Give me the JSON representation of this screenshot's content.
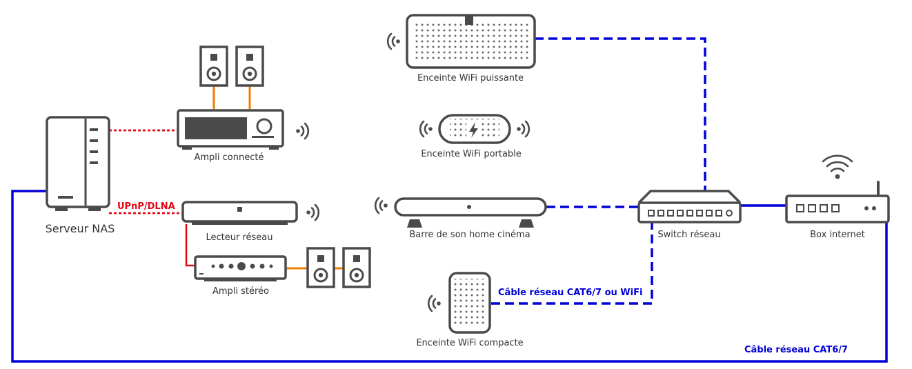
{
  "colors": {
    "ethernet": "#0000d8",
    "upnp": "#e30613",
    "analog": "#f07d00",
    "device": "#4a4a4a"
  },
  "devices": {
    "nas": "Serveur NAS",
    "ampli_connecte": "Ampli connecté",
    "lecteur_reseau": "Lecteur réseau",
    "ampli_stereo": "Ampli stéréo",
    "enceinte_puissante": "Enceinte WiFi puissante",
    "enceinte_portable": "Enceinte WiFi portable",
    "barre_de_son": "Barre de son home cinéma",
    "enceinte_compacte": "Enceinte WiFi compacte",
    "switch": "Switch réseau",
    "box": "Box internet"
  },
  "link_labels": {
    "upnp": "UPnP/DLNA",
    "cat_or_wifi": "Câble réseau CAT6/7 ou WiFi",
    "cat": "Câble réseau CAT6/7"
  }
}
